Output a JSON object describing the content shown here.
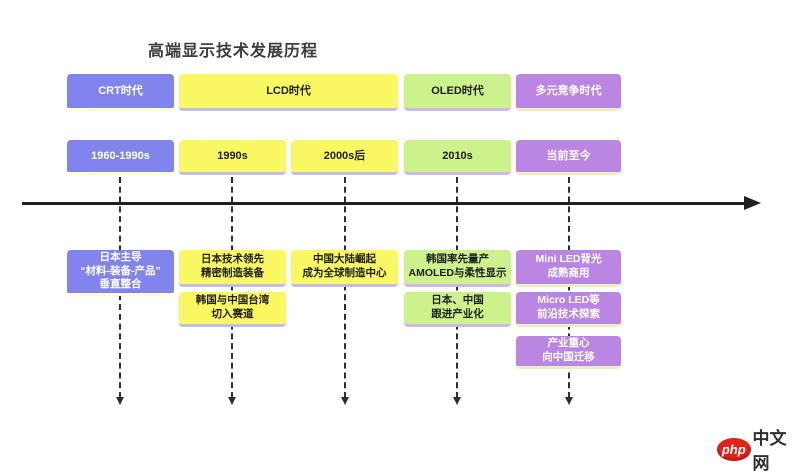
{
  "title": "高端显示技术发展历程",
  "colors": {
    "crt_purple": "#8284ee",
    "lcd_yellow": "#f9f862",
    "oled_green": "#cdf28d",
    "multi_violet": "#bb86e3",
    "axis": "#1f1f1f",
    "logo_red": "#e2231a"
  },
  "eras": [
    {
      "label": "CRT时代"
    },
    {
      "label": "LCD时代"
    },
    {
      "label": "OLED时代"
    },
    {
      "label": "多元竞争时代"
    }
  ],
  "periods": [
    {
      "label": "1960-1990s"
    },
    {
      "label": "1990s"
    },
    {
      "label": "2000s后"
    },
    {
      "label": "2010s"
    },
    {
      "label": "当前至今"
    }
  ],
  "columns": [
    {
      "events": [
        "日本主导\n“材料-装备-产品”\n垂直整合"
      ]
    },
    {
      "events": [
        "日本技术领先\n精密制造装备",
        "韩国与中国台湾\n切入赛道"
      ]
    },
    {
      "events": [
        "中国大陆崛起\n成为全球制造中心"
      ]
    },
    {
      "events": [
        "韩国率先量产\nAMOLED与柔性显示",
        "日本、中国\n跟进产业化"
      ]
    },
    {
      "events": [
        "Mini LED背光\n成熟商用",
        "Micro LED等\n前沿技术探索",
        "产业重心\n向中国迁移"
      ]
    }
  ],
  "logo": {
    "badge": "php",
    "text": "中文网"
  }
}
